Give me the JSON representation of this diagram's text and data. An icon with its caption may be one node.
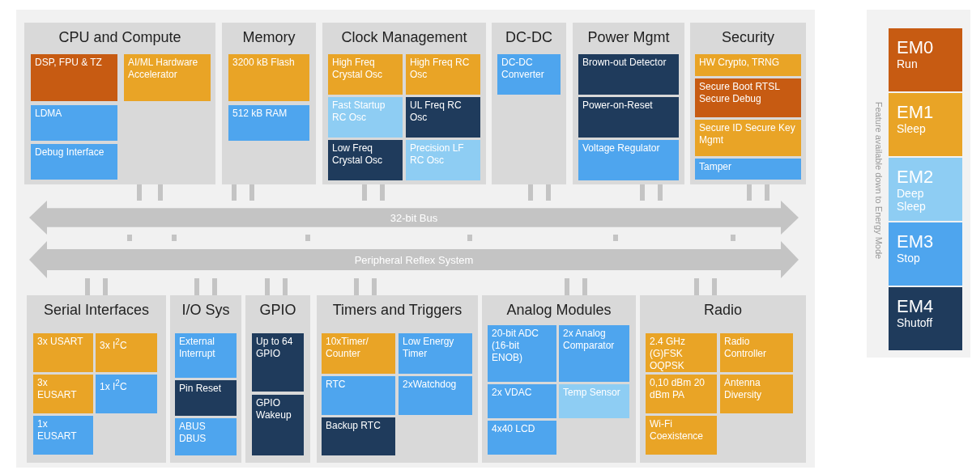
{
  "diagram": {
    "nodes": [
      {
        "text": [
          "CPU and Compute"
        ]
      },
      {
        "text": [
          "DSP, FPU & TZ"
        ],
        "in": 0
      },
      {
        "text": [
          "AI/ML Hardware Accelerator"
        ],
        "in": 0
      },
      {
        "text": [
          "LDMA"
        ],
        "in": 0
      },
      {
        "text": [
          "Debug Interface"
        ],
        "in": 0
      },
      {
        "text": [
          "Memory"
        ]
      },
      {
        "text": [
          "3200 kB Flash"
        ],
        "in": 5
      },
      {
        "text": [
          "512 kB RAM"
        ],
        "in": 5
      },
      {
        "text": [
          "Clock Management"
        ]
      },
      {
        "text": [
          "High Freq Crystal Osc"
        ],
        "in": 8
      },
      {
        "text": [
          "High Freq RC Osc"
        ],
        "in": 8
      },
      {
        "text": [
          "Fast Startup RC Osc"
        ],
        "in": 8
      },
      {
        "text": [
          "UL Freq RC Osc"
        ],
        "in": 8
      },
      {
        "text": [
          "Low Freq Crystal Osc"
        ],
        "in": 8
      },
      {
        "text": [
          "Precision LF RC Osc"
        ],
        "in": 8
      },
      {
        "text": [
          "DC-DC"
        ]
      },
      {
        "text": [
          "DC-DC Converter"
        ],
        "in": 15
      },
      {
        "text": [
          "Power Mgmt"
        ]
      },
      {
        "text": [
          "Brown-out Detector"
        ],
        "in": 17
      },
      {
        "text": [
          "Power-on-Reset"
        ],
        "in": 17
      },
      {
        "text": [
          "Voltage Regulator"
        ],
        "in": 17
      },
      {
        "text": [
          "Security"
        ]
      },
      {
        "text": [
          "HW Crypto, TRNG"
        ],
        "in": 21
      },
      {
        "text": [
          "Secure Boot RTSL Secure Debug"
        ],
        "in": 21
      },
      {
        "text": [
          "Secure ID Secure Key Mgmt"
        ],
        "in": 21
      },
      {
        "text": [
          "Tamper"
        ],
        "in": 21
      },
      {
        "text": [
          "32-bit Bus"
        ]
      },
      {
        "text": [
          "Peripheral Reflex System"
        ]
      },
      {
        "text": [
          "Serial Interfaces"
        ]
      },
      {
        "text": [
          "3x USART"
        ],
        "in": 28
      },
      {
        "text": [
          "3x I$^{2}$C"
        ],
        "in": 28
      },
      {
        "text": [
          "3x EUSART"
        ],
        "in": 28
      },
      {
        "text": [
          "1x I$^{2}$C"
        ],
        "in": 28
      },
      {
        "text": [
          "1x EUSART"
        ],
        "in": 28
      },
      {
        "text": [
          "I/O Sys"
        ]
      },
      {
        "text": [
          "External Interrupt"
        ],
        "in": 34
      },
      {
        "text": [
          "Pin Reset"
        ],
        "in": 34
      },
      {
        "text": [
          "ABUS DBUS"
        ],
        "in": 34
      },
      {
        "text": [
          "GPIO"
        ]
      },
      {
        "text": [
          "Up to 64 GPIO"
        ],
        "in": 38
      },
      {
        "text": [
          "GPIO Wakeup"
        ],
        "in": 38
      },
      {
        "text": [
          "Timers and Triggers"
        ]
      },
      {
        "text": [
          "10xTimer/ Counter"
        ],
        "in": 41
      },
      {
        "text": [
          "Low Energy Timer"
        ],
        "in": 41
      },
      {
        "text": [
          "RTC"
        ],
        "in": 41
      },
      {
        "text": [
          "2xWatchdog"
        ],
        "in": 41
      },
      {
        "text": [
          "Backup RTC"
        ],
        "in": 41
      },
      {
        "text": [
          "Analog Modules"
        ]
      },
      {
        "text": [
          "20-bit ADC (16-bit ENOB)"
        ],
        "in": 47
      },
      {
        "text": [
          "2x Analog Comparator"
        ],
        "in": 47
      },
      {
        "text": [
          "2x VDAC"
        ],
        "in": 47
      },
      {
        "text": [
          "Temp Sensor"
        ],
        "in": 47
      },
      {
        "text": [
          "4x40 LCD"
        ],
        "in": 47
      },
      {
        "text": [
          "Radio"
        ]
      },
      {
        "text": [
          "2.4 GHz (G)FSK OQPSK"
        ],
        "in": 53
      },
      {
        "text": [
          "Radio Controller"
        ],
        "in": 53
      },
      {
        "text": [
          "0,10 dBm 20 dBm PA"
        ],
        "in": 53
      },
      {
        "text": [
          "Antenna Diversity"
        ],
        "in": 53
      },
      {
        "text": [
          "Wi-Fi Coexistence"
        ],
        "in": 53
      }
    ],
    "edges": [
      {
        "from": 0,
        "to": 26,
        "arrow": "none"
      },
      {
        "from": 0,
        "to": 26,
        "arrow": "none"
      },
      {
        "from": 5,
        "to": 26,
        "arrow": "none"
      },
      {
        "from": 5,
        "to": 26,
        "arrow": "none"
      },
      {
        "from": 8,
        "to": 26,
        "arrow": "none"
      },
      {
        "from": 8,
        "to": 26,
        "arrow": "none"
      },
      {
        "from": 15,
        "to": 26,
        "arrow": "none"
      },
      {
        "from": 15,
        "to": 26,
        "arrow": "none"
      },
      {
        "from": 17,
        "to": 26,
        "arrow": "none"
      },
      {
        "from": 17,
        "to": 26,
        "arrow": "none"
      },
      {
        "from": 21,
        "to": 26,
        "arrow": "none"
      },
      {
        "from": 21,
        "to": 26,
        "arrow": "none"
      },
      {
        "from": 28,
        "to": 27,
        "arrow": "none"
      },
      {
        "from": 28,
        "to": 27,
        "arrow": "none"
      },
      {
        "from": 34,
        "to": 27,
        "arrow": "none"
      },
      {
        "from": 34,
        "to": 27,
        "arrow": "none"
      },
      {
        "from": 38,
        "to": 27,
        "arrow": "none"
      },
      {
        "from": 38,
        "to": 27,
        "arrow": "none"
      },
      {
        "from": 41,
        "to": 27,
        "arrow": "none"
      },
      {
        "from": 41,
        "to": 27,
        "arrow": "none"
      },
      {
        "from": 47,
        "to": 27,
        "arrow": "none"
      },
      {
        "from": 47,
        "to": 27,
        "arrow": "none"
      },
      {
        "from": 53,
        "to": 27,
        "arrow": "none"
      },
      {
        "from": 53,
        "to": 27,
        "arrow": "none"
      },
      {
        "from": 26,
        "to": 27,
        "arrow": "none"
      },
      {
        "from": 26,
        "to": 27,
        "arrow": "none"
      },
      {
        "from": 26,
        "to": 27,
        "arrow": "none"
      },
      {
        "from": 26,
        "to": 27,
        "arrow": "none"
      },
      {
        "from": 26,
        "to": 27,
        "arrow": "none"
      },
      {
        "from": 26,
        "to": 27,
        "arrow": "none"
      }
    ],
    "labels": [
      "Feature available down to Energy Mode"
    ],
    "legend": [
      {
        "text": "EM0 Run",
        "color": "#c75b12"
      },
      {
        "text": "EM1 Sleep",
        "color": "#e9a426"
      },
      {
        "text": "EM2 Deep Sleep",
        "color": "#8ecdf3"
      },
      {
        "text": "EM3 Stop",
        "color": "#4ea5ee"
      },
      {
        "text": "EM4 Shutoff",
        "color": "#1f3b5c"
      }
    ]
  }
}
